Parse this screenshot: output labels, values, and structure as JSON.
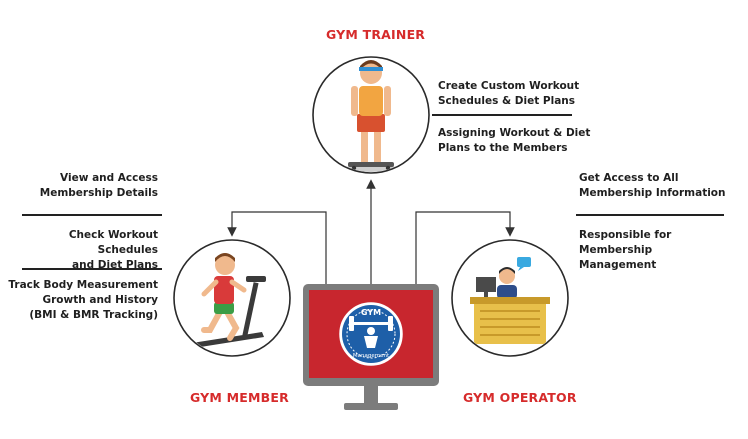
{
  "trainer": {
    "title": "GYM TRAINER",
    "items": [
      "Create Custom Workout\nSchedules & Diet Plans",
      "Assigning Workout & Diet\nPlans to the Members"
    ]
  },
  "member": {
    "title": "GYM MEMBER",
    "items": [
      "View and Access\nMembership Details",
      "Check Workout Schedules\nand Diet Plans",
      "Track Body Measurement\nGrowth and History\n(BMI & BMR Tracking)"
    ]
  },
  "operator": {
    "title": "GYM OPERATOR",
    "items": [
      "Get Access to All\nMembership Information",
      "Responsible for Membership\nManagement"
    ]
  },
  "logo": {
    "line1": "GYM",
    "line2": "Management"
  },
  "colors": {
    "accent": "#d62b2b",
    "screen": "#c8262e",
    "monitor": "#7c7c7c",
    "badge": "#1e5fa8",
    "desk": "#e8c04a"
  }
}
